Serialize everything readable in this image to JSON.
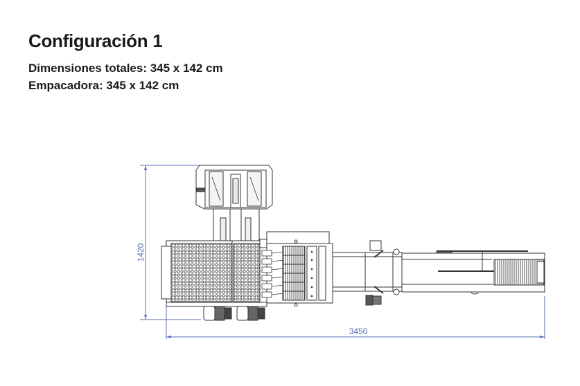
{
  "header": {
    "title": "Configuración 1",
    "specs": [
      "Dimensiones totales: 345 x 142 cm",
      "Empacadora: 345 x 142 cm"
    ]
  },
  "drawing": {
    "dimensions": {
      "height_label": "1420",
      "width_label": "3450"
    },
    "colors": {
      "dimension_line": "#5a6db3",
      "machine_line": "#333333"
    }
  }
}
